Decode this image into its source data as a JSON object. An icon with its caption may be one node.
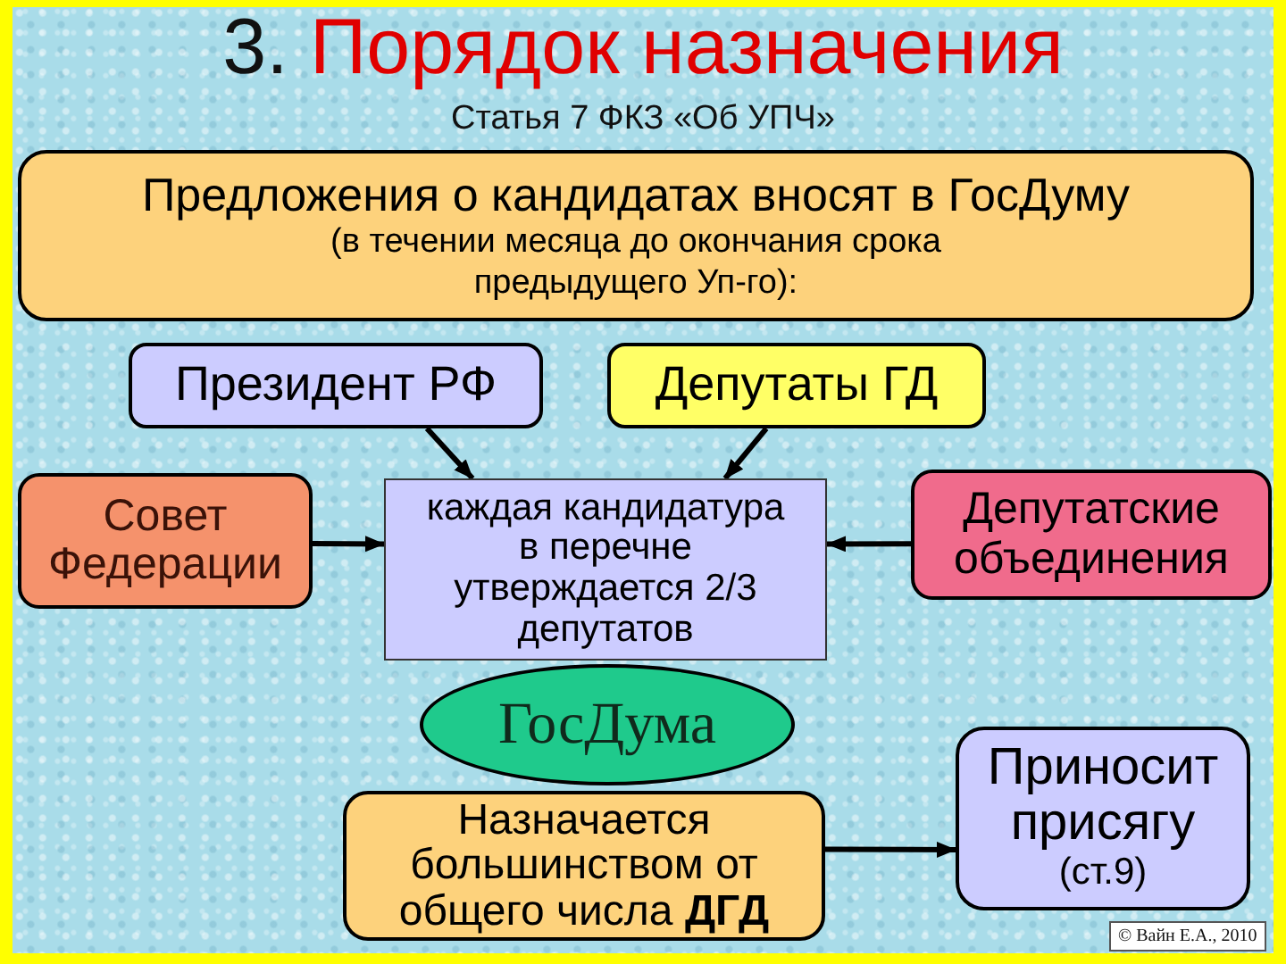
{
  "diagram": {
    "title": "3. Порядок назначения",
    "nodes": [
      {
        "text": [
          "Предложения о кандидатах вносят в ГосДуму",
          "(в течении месяца до окончания срока предыдущего Уп-го):"
        ]
      },
      {
        "text": [
          "Президент РФ"
        ]
      },
      {
        "text": [
          "Депутаты ГД"
        ]
      },
      {
        "text": [
          "Совет Федерации"
        ]
      },
      {
        "text": [
          "каждая кандидатура в перечне утверждается 2/3 депутатов"
        ]
      },
      {
        "text": [
          "Депутатские объединения"
        ]
      },
      {
        "text": [
          "ГосДума"
        ]
      },
      {
        "text": [
          "Назначается большинством от общего числа **ДГД**"
        ]
      },
      {
        "text": [
          "Приносит присягу",
          "(ст.9)"
        ]
      }
    ],
    "edges": [
      {
        "from": 1,
        "to": 4,
        "arrow": "to"
      },
      {
        "from": 2,
        "to": 4,
        "arrow": "to"
      },
      {
        "from": 3,
        "to": 4,
        "arrow": "to"
      },
      {
        "from": 5,
        "to": 4,
        "arrow": "to"
      },
      {
        "from": 7,
        "to": 8,
        "arrow": "to"
      }
    ],
    "labels": [
      "Статья 7 ФКЗ «Об УПЧ»",
      "© Вайн Е.А., 2010"
    ]
  }
}
